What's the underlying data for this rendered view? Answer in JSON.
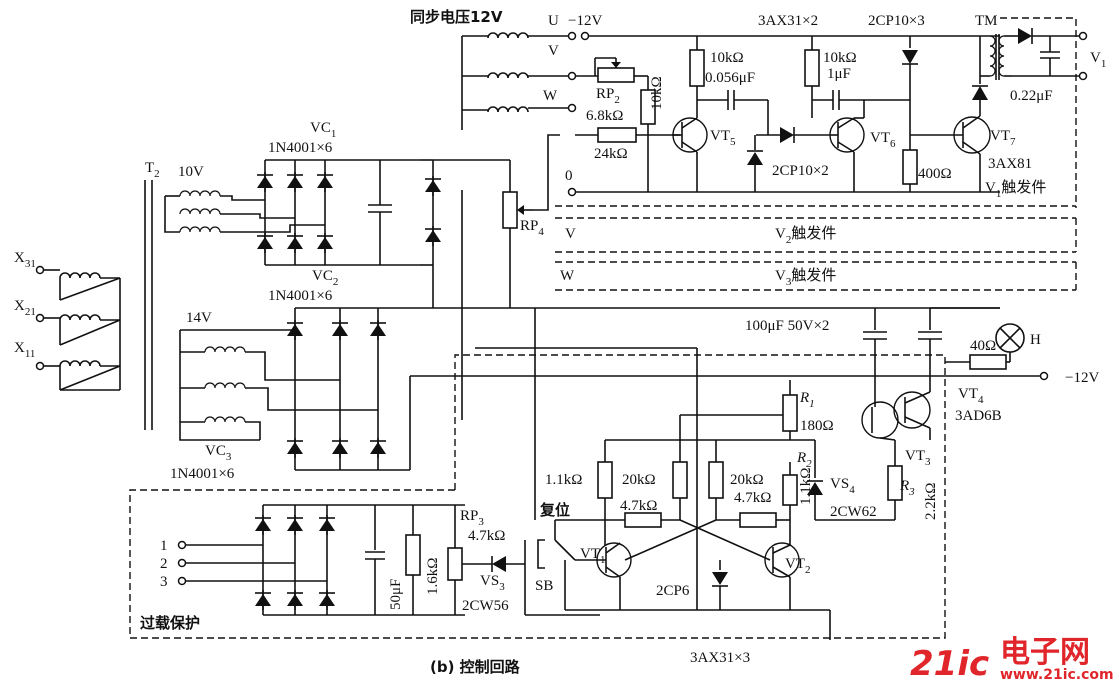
{
  "title": "(b) 控制回路",
  "watermark": {
    "brand": "21ic",
    "cn": "电子网",
    "url": "www.21ic.com"
  },
  "colors": {
    "line": "#111111",
    "watermark": "#e0262b",
    "background": "#ffffff"
  },
  "labels": {
    "sync_voltage": "同步电压12V",
    "U": "U",
    "V": "V",
    "W": "W",
    "zero": "0",
    "neg12_top": "−12V",
    "neg12_right": "−12V",
    "TM": "TM",
    "V1_out": "V",
    "rp2": "RP",
    "rp2_sub": "2",
    "r_6_8k": "6.8kΩ",
    "r_24k": "24kΩ",
    "r_10k_v": "10kΩ",
    "vt5": "VT",
    "vt5_sub": "5",
    "r_10k_a": "10kΩ",
    "c_0056": "0.056μF",
    "r_10k_b": "10kΩ",
    "c_1u": "1μF",
    "part_3ax31x2": "3AX31×2",
    "part_2cp10x3": "2CP10×3",
    "part_2cp10x2": "2CP10×2",
    "vt6": "VT",
    "vt6_sub": "6",
    "vt7": "VT",
    "vt7_sub": "7",
    "r_400": "400Ω",
    "c_022": "0.22μF",
    "part_3ax81": "3AX81",
    "v1_trig": "V",
    "v1_trig_sub": "1",
    "v1_trig_text": "触发件",
    "v2_trig": "V",
    "v2_trig_sub": "2",
    "v2_trig_text": "触发件",
    "v3_trig": "V",
    "v3_trig_sub": "3",
    "v3_trig_text": "触发件",
    "rp4": "RP",
    "rp4_sub": "4",
    "vc1": "VC",
    "vc1_sub": "1",
    "vc1_part": "1N4001×6",
    "vc2": "VC",
    "vc2_sub": "2",
    "vc2_part": "1N4001×6",
    "vc3": "VC",
    "vc3_sub": "3",
    "vc3_part": "1N4001×6",
    "t2": "T",
    "t2_sub": "2",
    "v10": "10V",
    "v14": "14V",
    "x31": "X",
    "x31_sub": "31",
    "x21": "X",
    "x21_sub": "21",
    "x11": "X",
    "x11_sub": "11",
    "caps_100u": "100μF 50V×2",
    "r_40": "40Ω",
    "lamp_H": "H",
    "vt4": "VT",
    "vt4_sub": "4",
    "part_3ad6b": "3AD6B",
    "r1": "R",
    "r1_sub": "1",
    "r1_val": "180Ω",
    "r2": "R",
    "r2_sub": "2",
    "r2_val": "1.1kΩ",
    "r3": "R",
    "r3_sub": "3",
    "r3_val": "2.2kΩ",
    "vt3": "VT",
    "vt3_sub": "3",
    "vs4": "VS",
    "vs4_sub": "4",
    "vs4_part": "2CW62",
    "r_1_1k": "1.1kΩ",
    "r_20k_a": "20kΩ",
    "r_20k_b": "20kΩ",
    "r_4_7k_a": "4.7kΩ",
    "r_4_7k_b": "4.7kΩ",
    "reset": "复位",
    "sb": "SB",
    "vt1": "VT",
    "vt1_sub": "1",
    "vt2": "VT",
    "vt2_sub": "2",
    "part_2cp6": "2CP6",
    "rp3": "RP",
    "rp3_sub": "3",
    "rp3_val": "4.7kΩ",
    "vs3": "VS",
    "vs3_sub": "3",
    "vs3_part": "2CW56",
    "c_50u": "50μF",
    "r_1_6k": "1.6kΩ",
    "in1": "1",
    "in2": "2",
    "in3": "3",
    "overload": "过载保护",
    "part_3ax31x3": "3AX31×3"
  }
}
